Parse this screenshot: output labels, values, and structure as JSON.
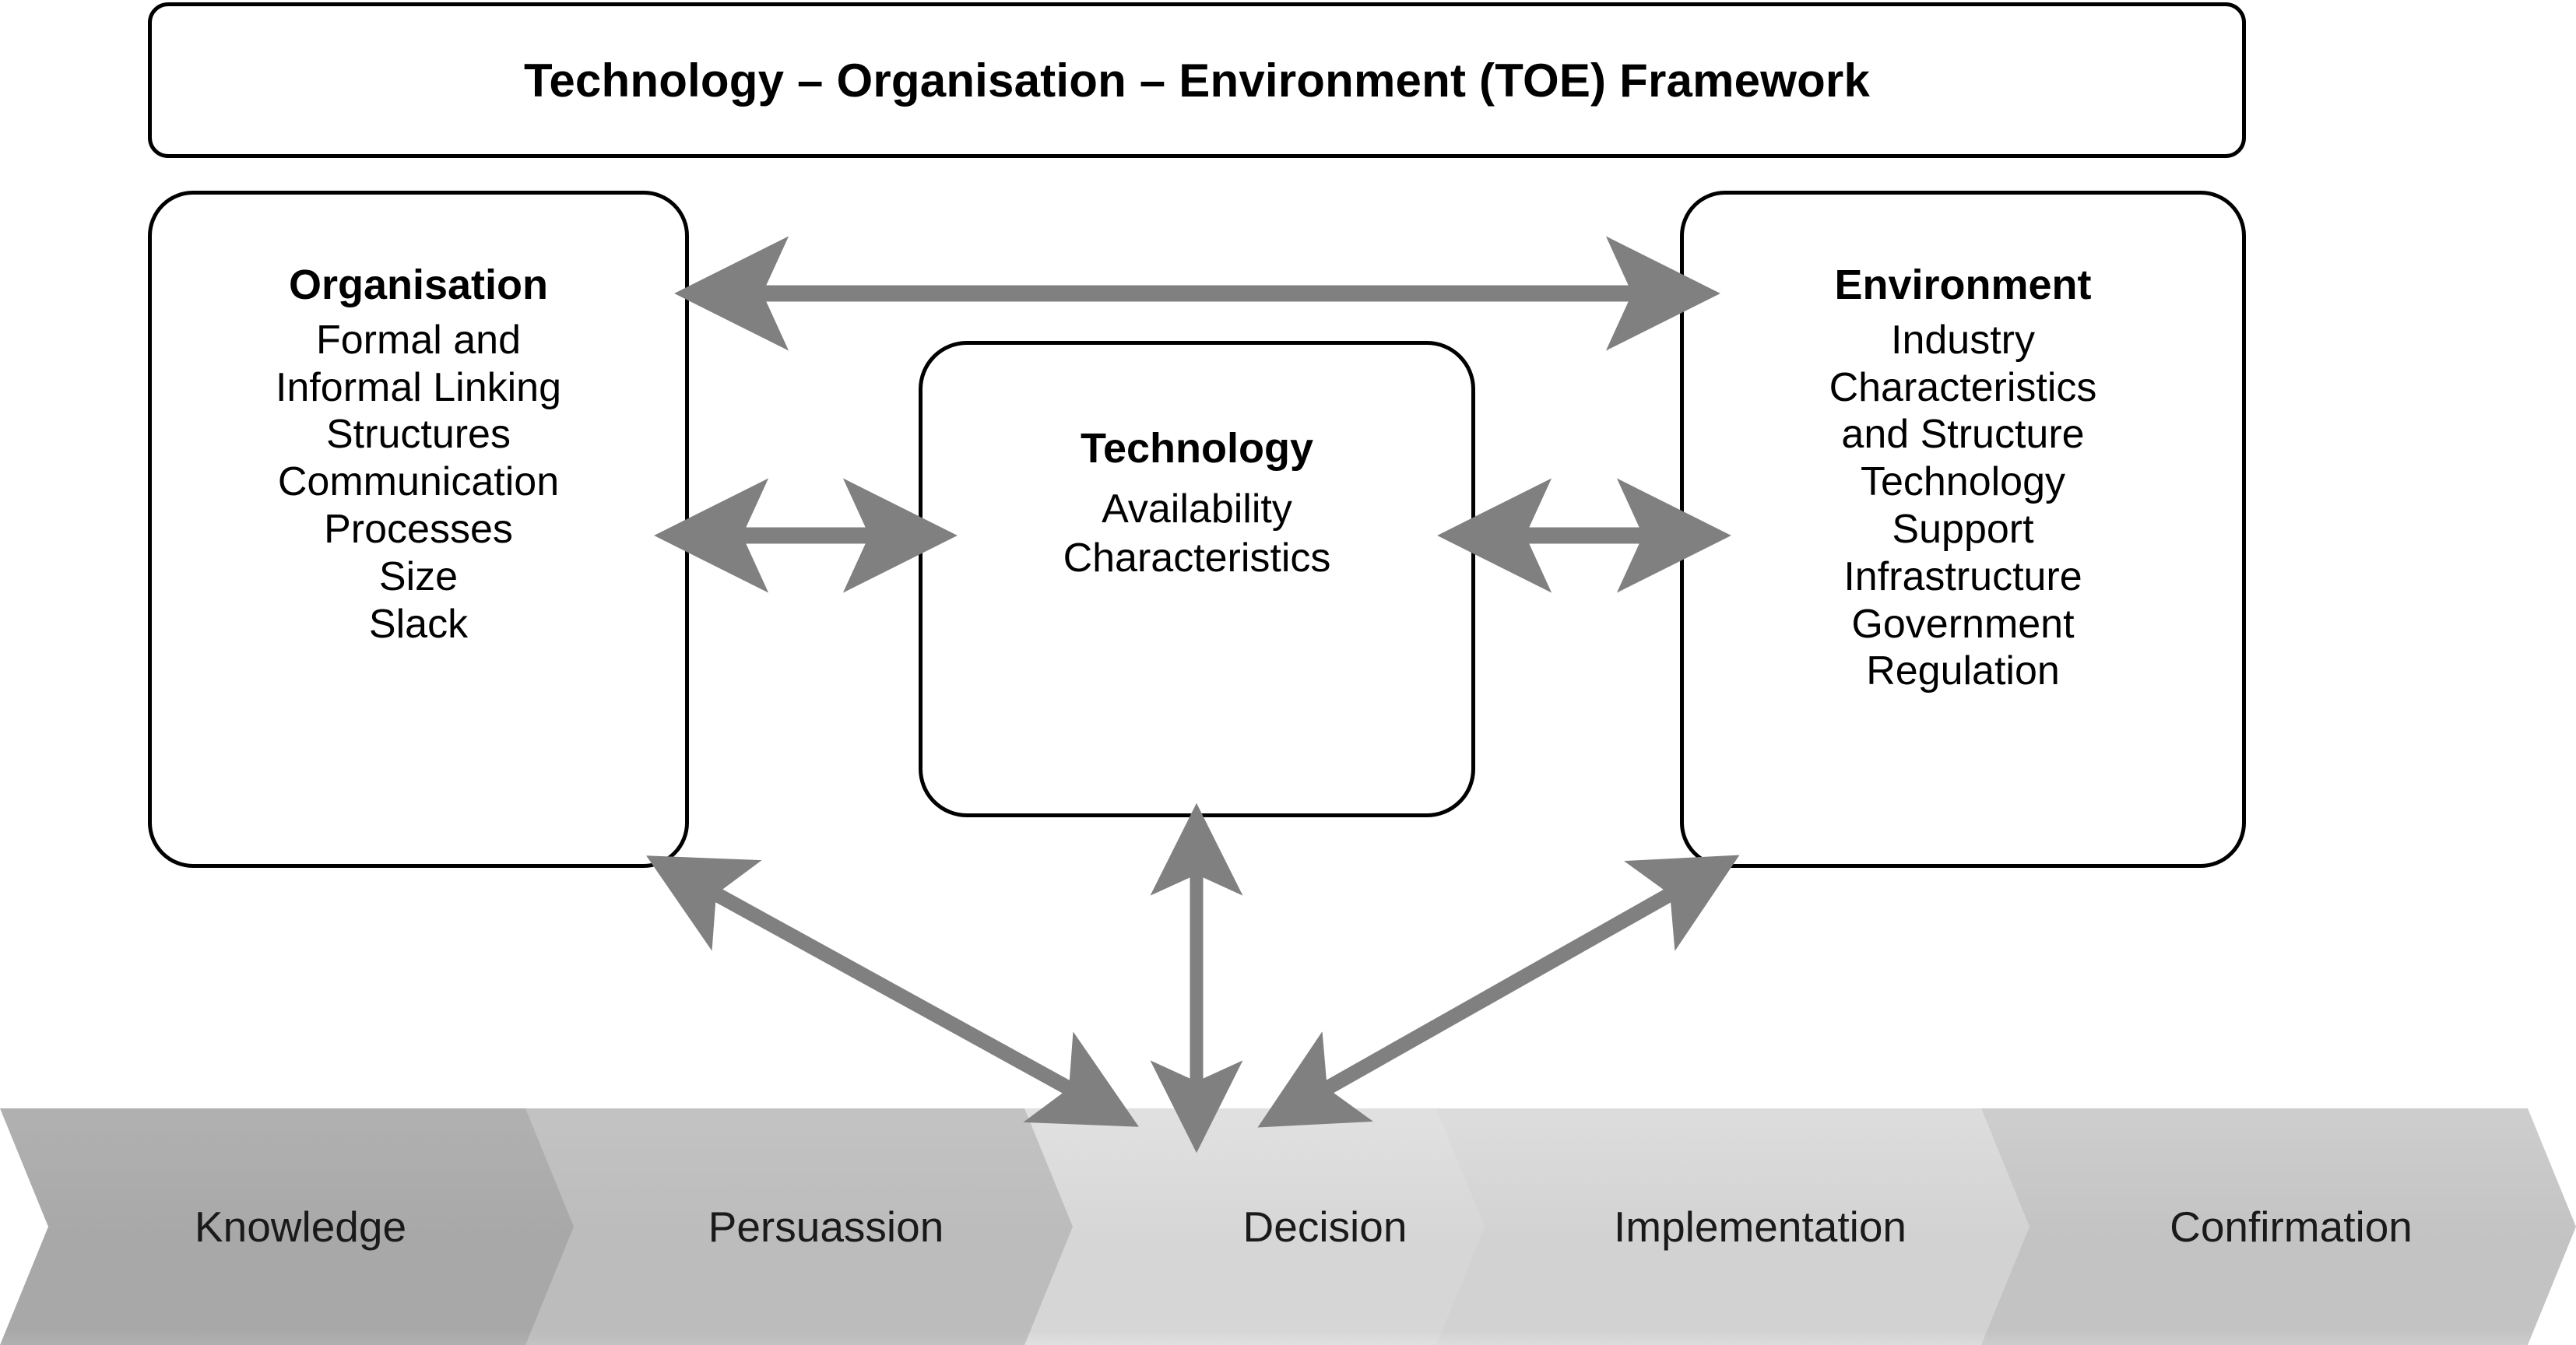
{
  "diagram": {
    "title": "Technology – Organisation – Environment (TOE) Framework",
    "boxes": {
      "organisation": {
        "heading": "Organisation",
        "lines": [
          "Formal and",
          "Informal Linking",
          "Structures",
          "Communication",
          "Processes",
          "Size",
          "Slack"
        ]
      },
      "technology": {
        "heading": "Technology",
        "lines": [
          "Availability",
          "Characteristics"
        ]
      },
      "environment": {
        "heading": "Environment",
        "lines": [
          "Industry",
          "Characteristics",
          "and Structure",
          "Technology",
          "Support",
          "Infrastructure",
          "Government",
          "Regulation"
        ]
      }
    },
    "process_stages": [
      {
        "label": "Knowledge",
        "fill_top": "#b0b0b0",
        "fill_bottom": "#a8a8a8"
      },
      {
        "label": "Persuassion",
        "fill_top": "#c2c2c2",
        "fill_bottom": "#bcbcbc"
      },
      {
        "label": "Decision",
        "fill_top": "#e0e0e0",
        "fill_bottom": "#d6d6d6"
      },
      {
        "label": "Implementation",
        "fill_top": "#dcdcdc",
        "fill_bottom": "#d2d2d2"
      },
      {
        "label": "Confirmation",
        "fill_top": "#cdcdcd",
        "fill_bottom": "#c3c3c3"
      }
    ],
    "connectors": [
      {
        "name": "organisation-environment",
        "style": "double-headed-horizontal"
      },
      {
        "name": "organisation-technology",
        "style": "double-headed-horizontal"
      },
      {
        "name": "technology-environment",
        "style": "double-headed-horizontal"
      },
      {
        "name": "organisation-decision",
        "style": "double-headed-diagonal"
      },
      {
        "name": "technology-decision",
        "style": "double-headed-vertical"
      },
      {
        "name": "environment-decision",
        "style": "double-headed-diagonal"
      }
    ],
    "colors": {
      "box_border": "#000000",
      "box_fill": "#ffffff",
      "arrow": "#808080",
      "text": "#000000",
      "chevron_border": "#9a9a9a"
    }
  }
}
